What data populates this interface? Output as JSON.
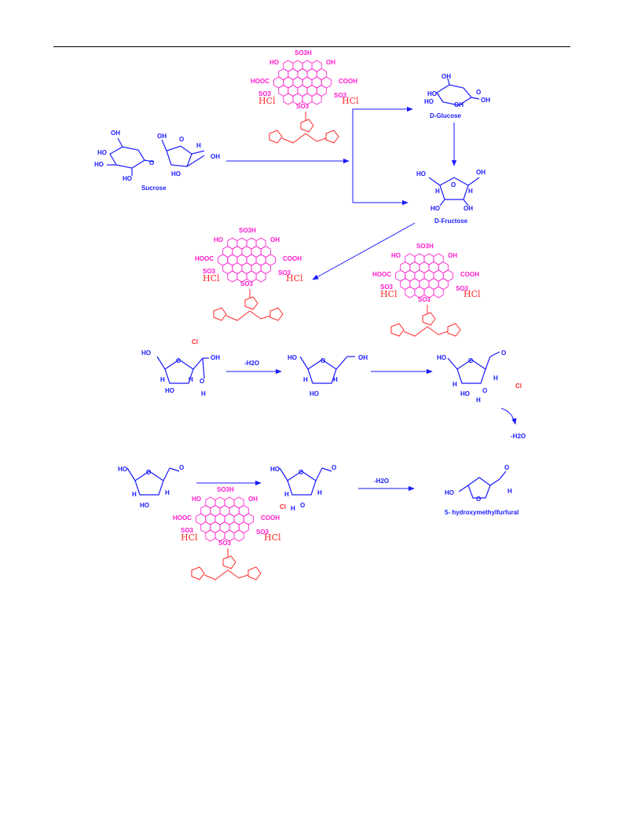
{
  "colors": {
    "sugar": "#1a1aff",
    "carbon_sheet": "#ff1acd",
    "imidazolium": "#ff2a2a",
    "arrow": "#1a1aff"
  },
  "labels": {
    "sucrose": "Sucrose",
    "glucose": "D-Glucose",
    "fructose": "D-Fructose",
    "hmf": "5- hydroxymethylfurfural",
    "minus_h2o": "-H2O"
  },
  "catalyst": {
    "so3h": "SO3H",
    "oh": "OH",
    "ho": "HO",
    "hooc": "HOOC",
    "cooh": "COOH",
    "so3_minus": "SO3",
    "hcl": "HCl"
  },
  "sugar_text": {
    "oh": "OH",
    "ho": "HO",
    "h": "H",
    "o": "O",
    "cl": "Cl"
  }
}
